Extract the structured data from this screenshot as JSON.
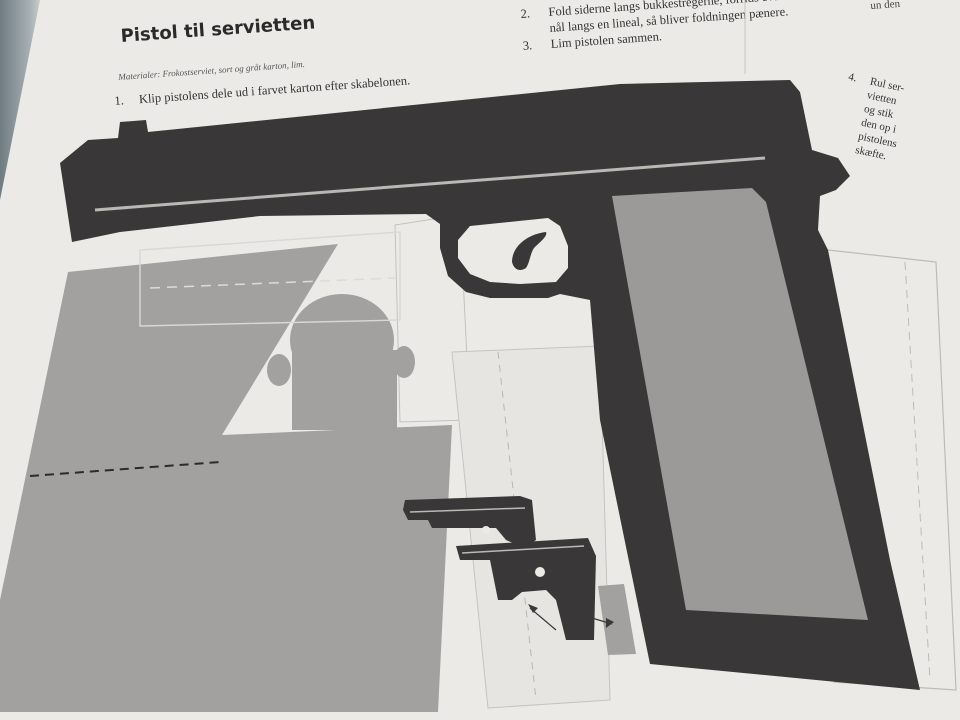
{
  "header": {
    "title": "Pistol til servietten",
    "materials": "Materialer: Frokostserviet, sort og gråt karton, lim."
  },
  "steps": [
    {
      "num": "1.",
      "text": "Klip pistolens dele ud i farvet karton efter skabelonen."
    },
    {
      "num": "2.",
      "text": "Fold siderne langs bukkestregerne, forrids evt. med en"
    },
    {
      "num": "",
      "text": "nål langs en lineal, så bliver foldningen pænere."
    },
    {
      "num": "3.",
      "text": "Lim pistolen sammen."
    }
  ],
  "step4": {
    "num": "4.",
    "lines": [
      "Rul ser-",
      "vietten",
      "og stik",
      "den op i",
      "pistolens",
      "skæfte."
    ]
  },
  "corner_text": "un den",
  "colors": {
    "page": "#eceae6",
    "gun_dark": "#3a3738",
    "gun_grey": "#9b9a99",
    "template_grey": "#a2a1a0"
  }
}
